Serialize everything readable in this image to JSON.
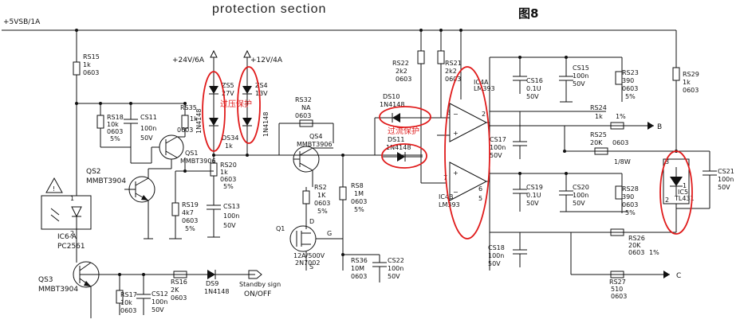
{
  "header": {
    "title": "protection    section",
    "figure": "图8"
  },
  "rails": {
    "top": "+5VSB/1A",
    "v24": "+24V/6A",
    "v12": "+12V/4A",
    "standby": [
      "Standby sign",
      "ON/OFF"
    ],
    "out_b": "B",
    "out_c": "C"
  },
  "annotations": {
    "ovp": "过压保护",
    "ocp": "过流保护"
  },
  "components": {
    "RS15": [
      "RS15",
      "1k",
      "0603"
    ],
    "RS18": [
      "RS18",
      "10k",
      "0603",
      "5%"
    ],
    "CS11": [
      "CS11",
      "100n",
      "50V"
    ],
    "RS35": [
      "RS35",
      "1k",
      "0603"
    ],
    "QS1": [
      "QS1",
      "MMBT3906"
    ],
    "ZS5": [
      "ZS5",
      "27V",
      "1N4148"
    ],
    "ZS4": [
      "ZS4",
      "13V",
      "1N4148"
    ],
    "DS34": [
      "DS34",
      "1k"
    ],
    "RS20": [
      "RS20",
      "1k",
      "0603",
      "5%"
    ],
    "RS19": [
      "RS19",
      "4k7",
      "0603",
      "5%"
    ],
    "CS13": [
      "CS13",
      "100n",
      "50V"
    ],
    "QS2": [
      "QS2",
      "MMBT3904"
    ],
    "IC6": [
      "IC6-A",
      "PC2561"
    ],
    "QS3": [
      "QS3",
      "MMBT3904"
    ],
    "RS17": [
      "RS17",
      "10k",
      "0603"
    ],
    "CS12": [
      "CS12",
      "100n",
      "50V"
    ],
    "RS16": [
      "RS16",
      "2K",
      "0603"
    ],
    "DS9": [
      "DS9",
      "1N4148"
    ],
    "RS32": [
      "RS32",
      "NA",
      "0603"
    ],
    "QS4": [
      "QS4",
      "MMBT3906"
    ],
    "RS2": [
      "RS2",
      "1K",
      "0603",
      "5%"
    ],
    "RS8": [
      "RS8",
      "1M",
      "0603",
      "5%"
    ],
    "Q1": [
      "Q1",
      "12A/500V",
      "2N7002"
    ],
    "RS36": [
      "RS36",
      "10M",
      "0603"
    ],
    "CS22": [
      "CS22",
      "100n",
      "50V"
    ],
    "DS10": [
      "DS10",
      "1N4148"
    ],
    "DS11": [
      "DS11",
      "1N4148"
    ],
    "RS22": [
      "RS22",
      "2k2",
      "0603"
    ],
    "RS21": [
      "RS21",
      "2k2",
      "0603"
    ],
    "IC4A": [
      "IC4A",
      "LM393"
    ],
    "IC4B": [
      "IC4B",
      "LM393"
    ],
    "CS16": [
      "CS16",
      "0.1U",
      "50V"
    ],
    "CS15": [
      "CS15",
      "100n",
      "50V"
    ],
    "RS23": [
      "RS23",
      "390",
      "0603",
      "5%"
    ],
    "RS24": [
      "RS24",
      "1k",
      "1%"
    ],
    "RS25": [
      "RS25",
      "20K",
      "0603",
      "1/8W"
    ],
    "CS17": [
      "CS17",
      "100n",
      "50V"
    ],
    "CS19": [
      "CS19",
      "0.1U",
      "50V"
    ],
    "CS20": [
      "CS20",
      "100n",
      "50V"
    ],
    "RS28": [
      "RS28",
      "390",
      "0603",
      "5%"
    ],
    "RS26": [
      "RS26",
      "20K",
      "0603",
      "1%"
    ],
    "CS18": [
      "CS18",
      "100n",
      "50V"
    ],
    "RS27": [
      "RS27",
      "510",
      "0603"
    ],
    "RS29": [
      "RS29",
      "1k",
      "0603"
    ],
    "IC5": [
      "IC5",
      "TL431"
    ],
    "CS21": [
      "CS21",
      "100n",
      "50V"
    ]
  },
  "pins": {
    "p1": "1",
    "p2": "2",
    "p3": "3",
    "p5": "5",
    "p6": "6",
    "p7": "7",
    "pD": "D",
    "pG": "G",
    "pS": "S"
  }
}
